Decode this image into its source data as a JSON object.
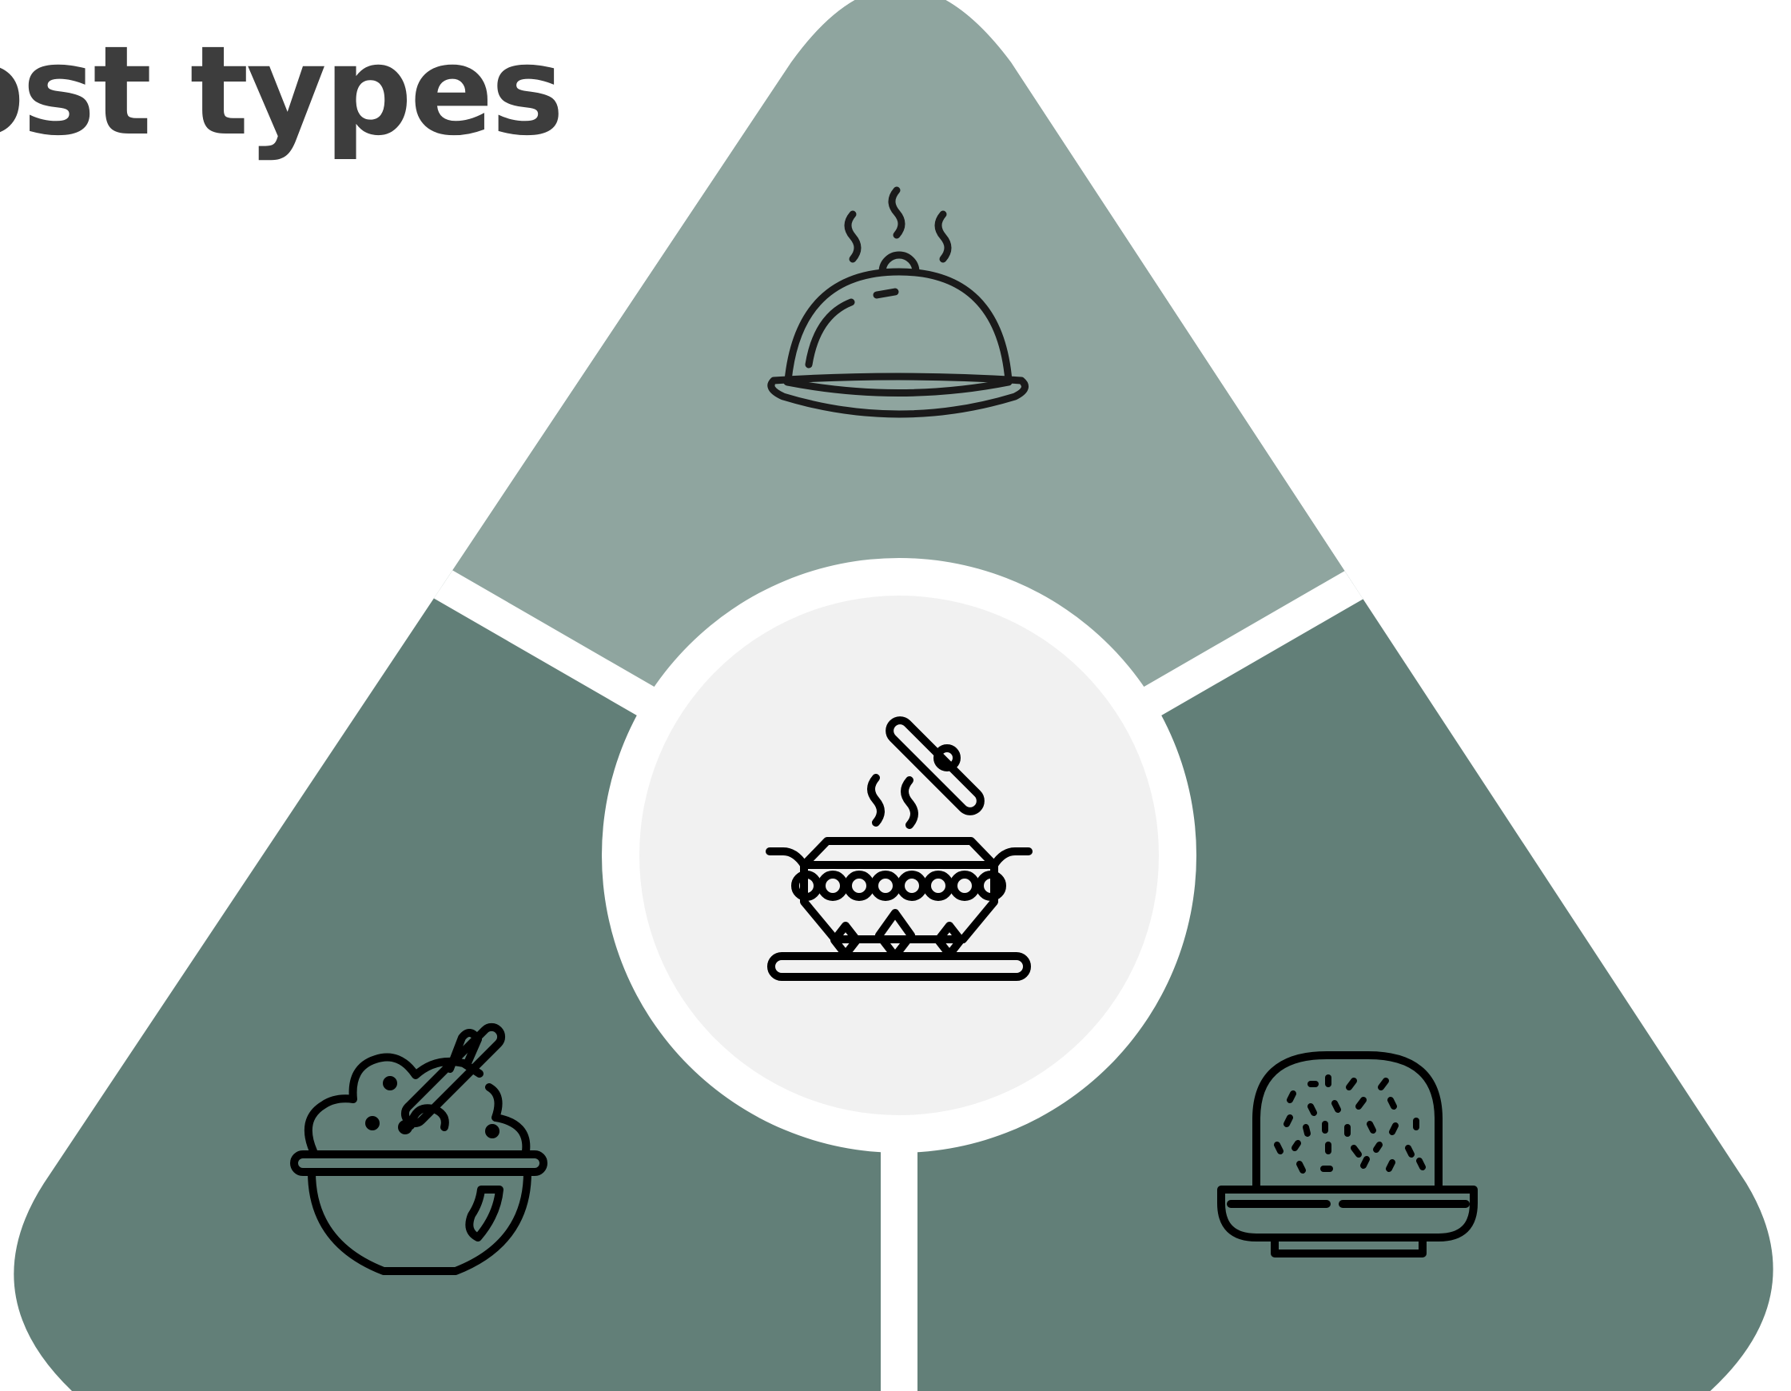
{
  "slide": {
    "title": "ost types"
  },
  "colors": {
    "top_segment": "#8fa59f",
    "bottom_segments": "#627f78",
    "center_disc": "#f1f1f1",
    "separators": "#ffffff",
    "icon_stroke": "#1a1a1a",
    "title_text": "#3d3d3d"
  },
  "segments": [
    {
      "id": "top",
      "icon": "serving-cloche-icon"
    },
    {
      "id": "bottom-left",
      "icon": "rice-bowl-with-spoon-icon"
    },
    {
      "id": "bottom-right",
      "icon": "rice-dome-on-plate-icon"
    }
  ],
  "center": {
    "icon": "clay-pot-cooking-icon"
  }
}
